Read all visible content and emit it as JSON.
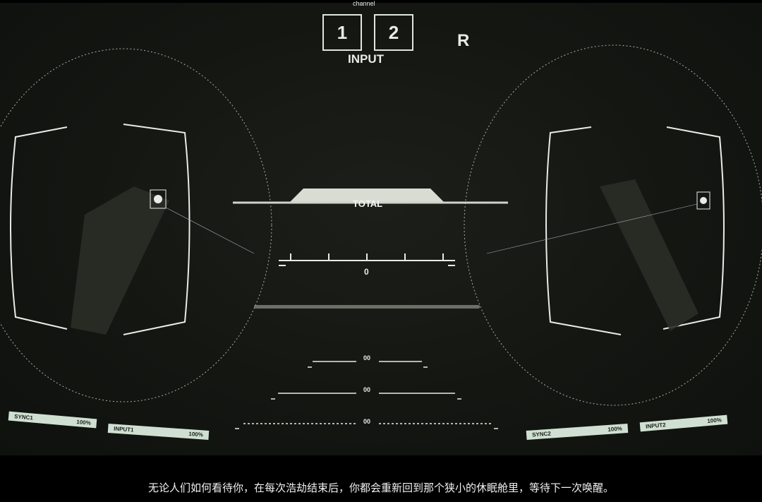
{
  "hud": {
    "channel_label": "channel",
    "input_boxes": [
      "1",
      "2"
    ],
    "input_label": "INPUT",
    "side_label": "R",
    "total_label": "TOTAL",
    "gauge_value": "0",
    "readouts": [
      "00",
      "00",
      "00"
    ],
    "status_bars": [
      {
        "name": "SYNC1",
        "value": "100%"
      },
      {
        "name": "INPUT1",
        "value": "100%"
      },
      {
        "name": "SYNC2",
        "value": "100%"
      },
      {
        "name": "INPUT2",
        "value": "100%"
      }
    ]
  },
  "subtitle": "无论人们如何看待你，在每次浩劫结束后，你都会重新回到那个狭小的休眠舱里，等待下一次唤醒。",
  "colors": {
    "hud": "#dfe6dc",
    "bar": "#cfe0d2",
    "background": "#141612"
  }
}
